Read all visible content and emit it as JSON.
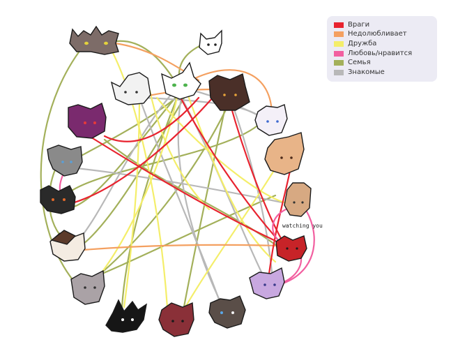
{
  "legend": {
    "items": [
      {
        "label": "Враги",
        "color": "#e8232f"
      },
      {
        "label": "Недолюбливает",
        "color": "#f4a060"
      },
      {
        "label": "Дружба",
        "color": "#f4ee6a"
      },
      {
        "label": "Любовь/нравится",
        "color": "#f25fa0"
      },
      {
        "label": "Семья",
        "color": "#a3b05a"
      },
      {
        "label": "Знакомые",
        "color": "#b8b8b8"
      }
    ]
  },
  "annotation": "watching you"
}
